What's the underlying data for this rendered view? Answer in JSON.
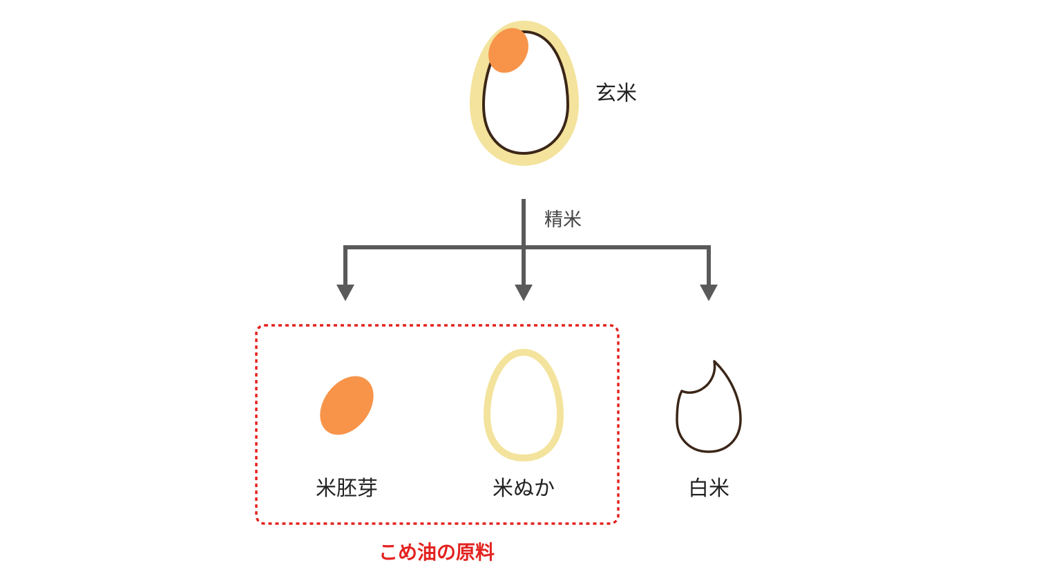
{
  "brown_rice": {
    "label": "玄米"
  },
  "process": {
    "label": "精米"
  },
  "products": {
    "germ": {
      "label": "米胚芽"
    },
    "bran": {
      "label": "米ぬか"
    },
    "white_rice": {
      "label": "白米"
    }
  },
  "group": {
    "label": "こめ油の原料"
  },
  "colors": {
    "bran_yellow": "#f3e39c",
    "germ_orange": "#f7944a",
    "grain_outline": "#3b2618",
    "arrow_gray": "#5a5a5a",
    "group_red": "#e3221f"
  }
}
